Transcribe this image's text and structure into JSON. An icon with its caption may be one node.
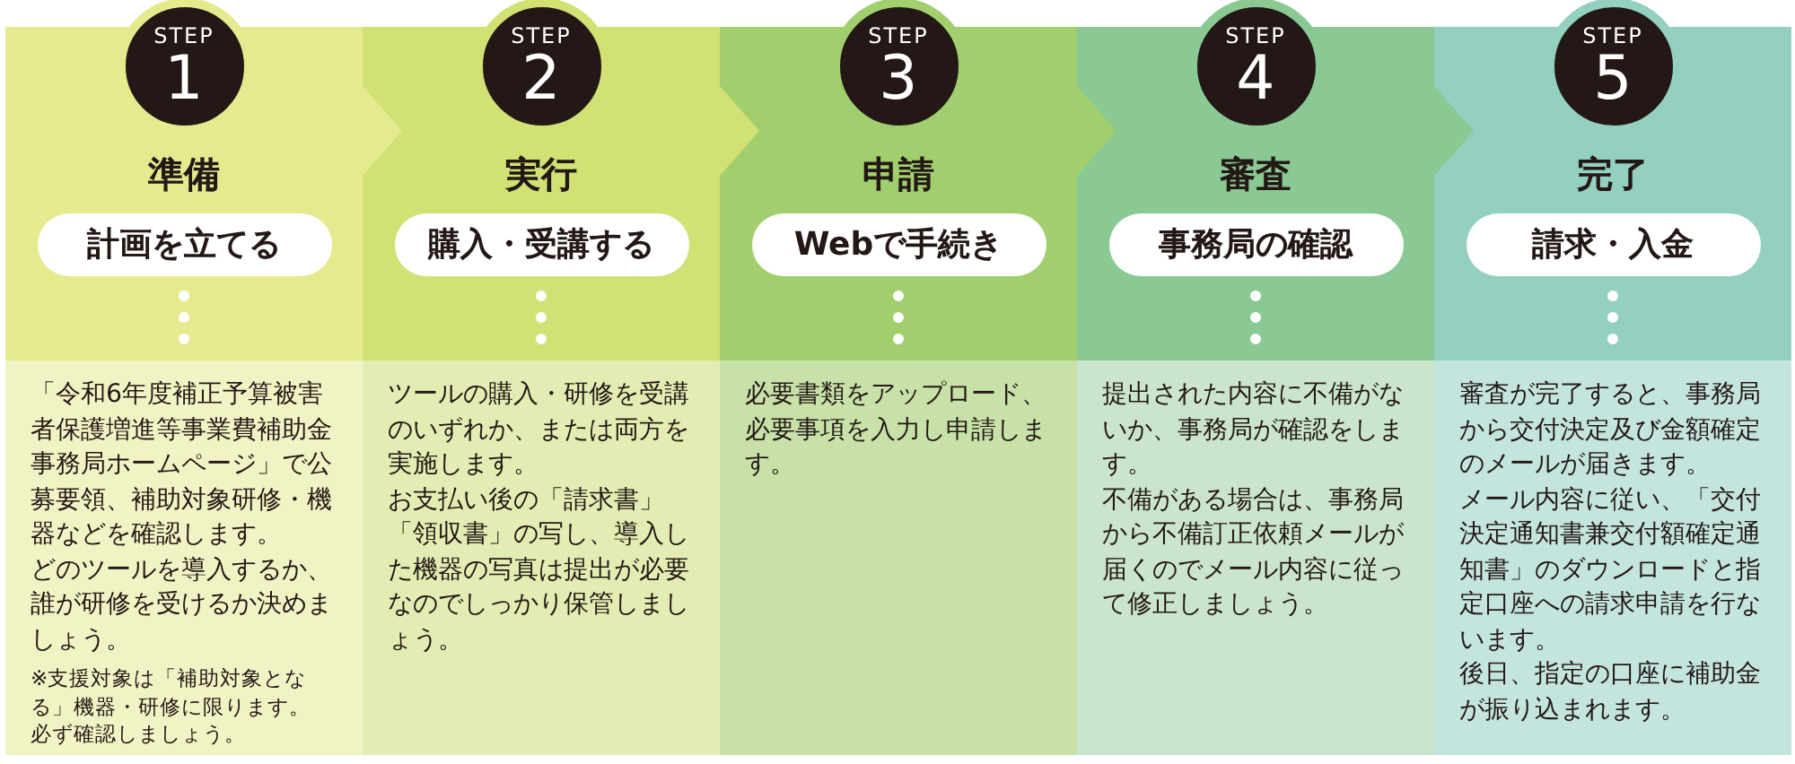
{
  "diagram": {
    "nodes": [
      {
        "text": [
          "準備"
        ]
      },
      {
        "text": [
          "STEP",
          "1"
        ]
      },
      {
        "text": [
          "計画を立てる"
        ],
        "in": 0
      },
      {
        "text": [
          "「令和6年度補正予算被害者保護増進等事業費補助金事務局ホームページ」で公募要領、補助対象研修・機器などを確認します。",
          "どのツールを導入するか、誰が研修を受けるか決めましょう。",
          "※支援対象は「補助対象となる」機器・研修に限ります。",
          "必ず確認しましょう。"
        ]
      },
      {
        "text": [
          "実行"
        ]
      },
      {
        "text": [
          "STEP",
          "2"
        ]
      },
      {
        "text": [
          "購入・受講する"
        ],
        "in": 4
      },
      {
        "text": [
          "ツールの購入・研修を受講のいずれか、または両方を実施します。",
          "お支払い後の「請求書」「領収書」の写し、導入した機器の写真は提出が必要なのでしっかり保管しましょう。"
        ]
      },
      {
        "text": [
          "申請"
        ]
      },
      {
        "text": [
          "STEP",
          "3"
        ]
      },
      {
        "text": [
          "Webで手続き"
        ],
        "in": 8
      },
      {
        "text": [
          "必要書類をアップロード、必要事項を入力し申請します。"
        ]
      },
      {
        "text": [
          "審査"
        ]
      },
      {
        "text": [
          "STEP",
          "4"
        ]
      },
      {
        "text": [
          "事務局の確認"
        ],
        "in": 12
      },
      {
        "text": [
          "提出された内容に不備がないか、事務局が確認をします。",
          "不備がある場合は、事務局から不備訂正依頼メールが届くのでメール内容に従って修正しましょう。"
        ]
      },
      {
        "text": [
          "完了"
        ]
      },
      {
        "text": [
          "STEP",
          "5"
        ]
      },
      {
        "text": [
          "請求・入金"
        ],
        "in": 16
      },
      {
        "text": [
          "審査が完了すると、事務局から交付決定及び金額確定のメールが届きます。",
          "メール内容に従い、「交付決定通知書兼交付額確定通知書」のダウンロードと指定口座への請求申請を行ないます。",
          "後日、指定の口座に補助金が振り込まれます。"
        ]
      }
    ],
    "edges": [
      {
        "from": 2,
        "to": 3,
        "arrow": "none"
      },
      {
        "from": 6,
        "to": 7,
        "arrow": "none"
      },
      {
        "from": 10,
        "to": 11,
        "arrow": "none"
      },
      {
        "from": 14,
        "to": 15,
        "arrow": "none"
      },
      {
        "from": 18,
        "to": 19,
        "arrow": "none"
      },
      {
        "from": 0,
        "to": 4,
        "arrow": "to"
      },
      {
        "from": 4,
        "to": 8,
        "arrow": "to"
      },
      {
        "from": 8,
        "to": 12,
        "arrow": "to"
      },
      {
        "from": 12,
        "to": 16,
        "arrow": "to"
      }
    ]
  }
}
